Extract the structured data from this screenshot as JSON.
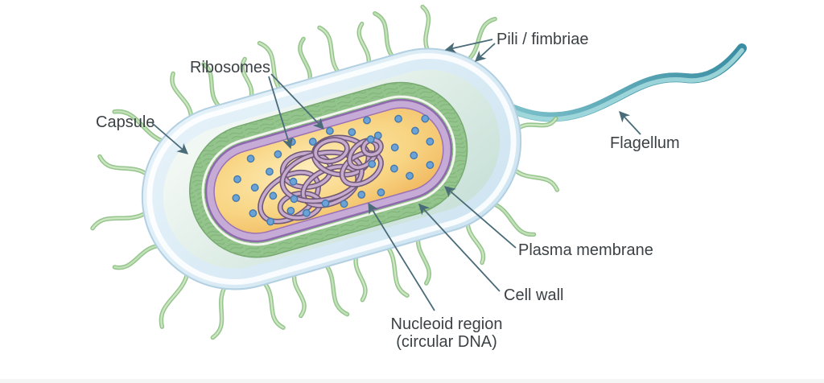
{
  "labels": {
    "ribosomes": "Ribosomes",
    "capsule": "Capsule",
    "pili": "Pili / fimbriae",
    "flagellum": "Flagellum",
    "plasma_membrane": "Plasma membrane",
    "cell_wall": "Cell wall",
    "nucleoid_region": "Nucleoid region",
    "nucleoid_region_sub": "(circular DNA)"
  },
  "colors": {
    "label_text": "#3b4144",
    "leader": "#4a6b78",
    "capsule_light": "#e8f3fa",
    "capsule": "#cde4f1",
    "capsule_edge": "#b2d0e2",
    "inter_light": "#f1f7f3",
    "inter_teal": "#c5dfd6",
    "wall": "#93c48c",
    "wall_edge": "#78aa72",
    "wall_texture": "#74a76e",
    "membrane": "#c6abd7",
    "membrane_edge": "#8f69ae",
    "cytoplasm_core": "#fdecb8",
    "cytoplasm_mid": "#f8d584",
    "cytoplasm_deep": "#f0b45b",
    "ribosome": "#6ba3d6",
    "ribosome_edge": "#4579ad",
    "dna_dark": "#6f5878",
    "dna_light": "#c6abcf",
    "pili_dark": "#8fc287",
    "pili_light": "#d2e9c8",
    "flagellum_light": "#7fc3cc",
    "flagellum_dark": "#3a8da2",
    "flagellum_sheen": "#a3d9dd"
  }
}
